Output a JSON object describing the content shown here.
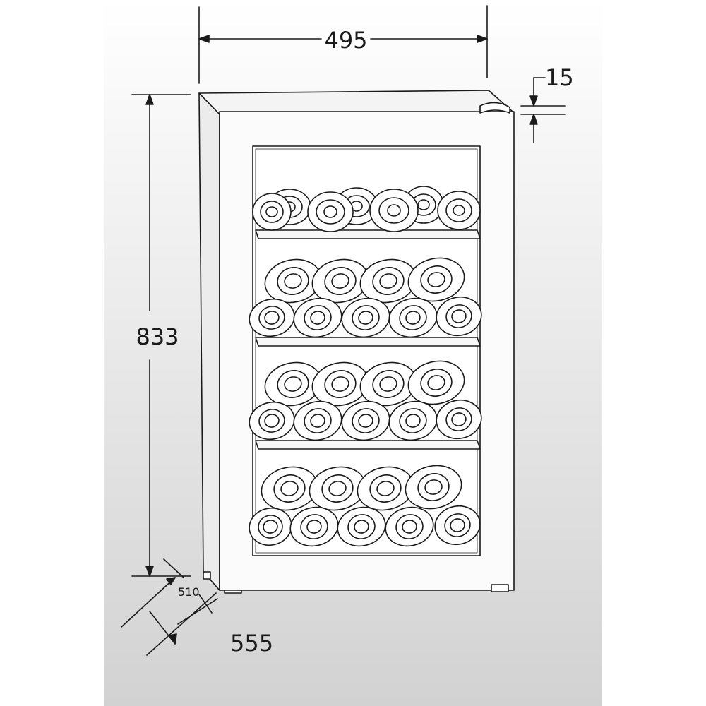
{
  "dimensions": {
    "width": "495",
    "height": "833",
    "top_offset": "15",
    "inner_depth": "510",
    "outer_depth": "555"
  },
  "colors": {
    "line": "#1a1a1a",
    "panel_top": "#ffffff",
    "panel_bottom": "#d2d2d2"
  }
}
